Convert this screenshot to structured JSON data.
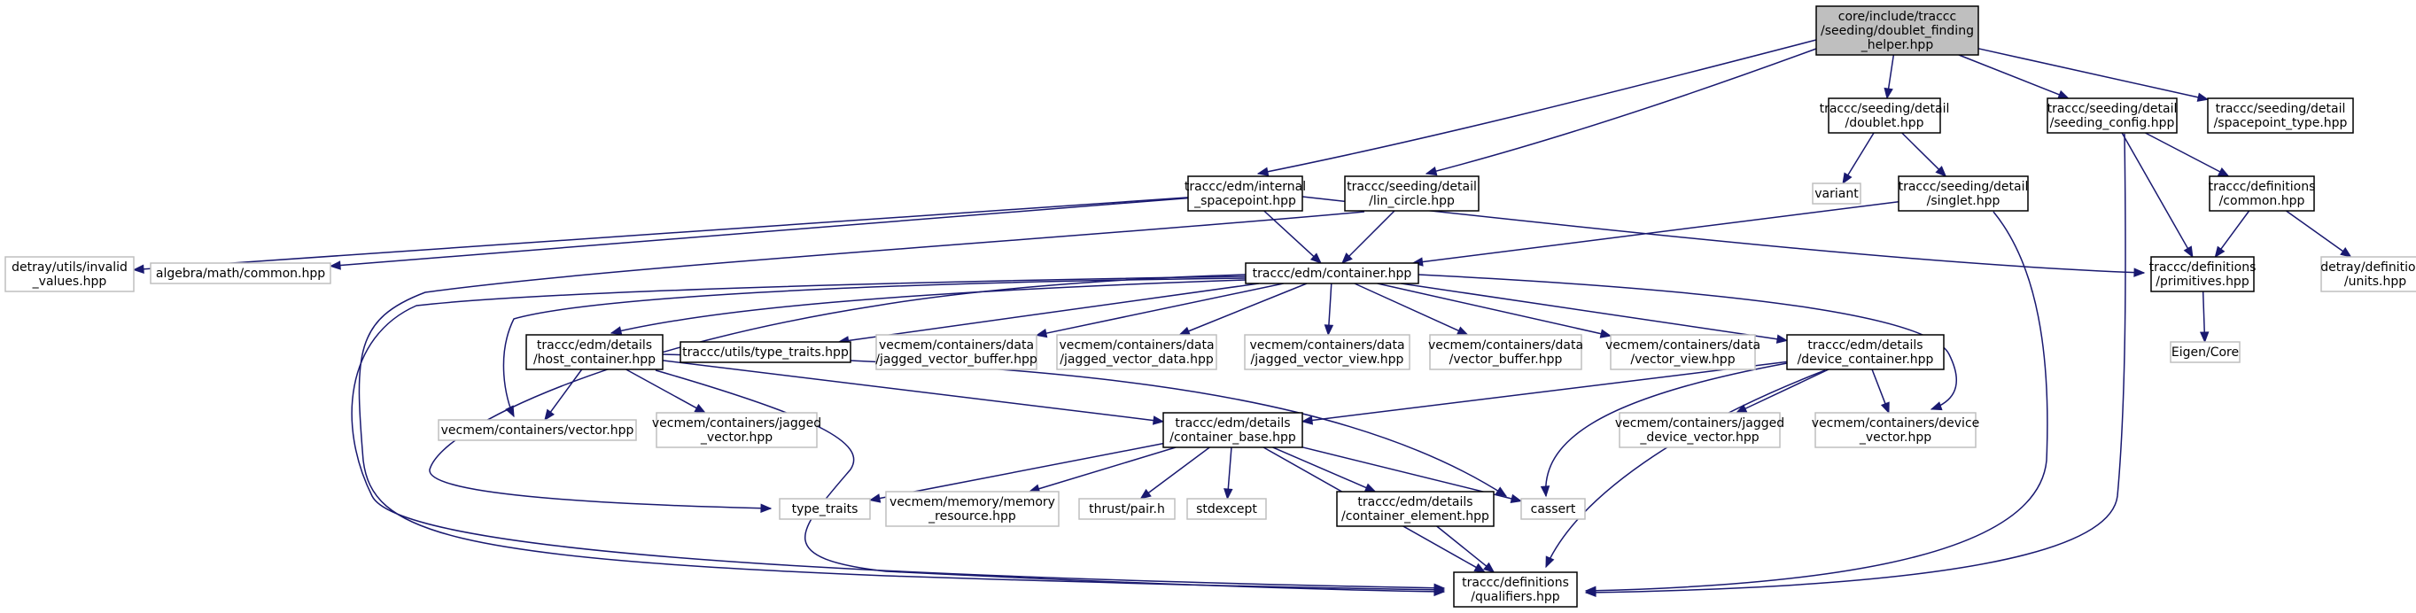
{
  "graph": {
    "colors": {
      "edge": "#191970",
      "root_fill": "#bfbfbf",
      "external_border": "#bfbfbf",
      "documented_border": "#000000"
    },
    "nodes": [
      {
        "id": "root",
        "kind": "root",
        "lines": [
          "core/include/traccc",
          "/seeding/doublet_finding",
          "_helper.hpp"
        ]
      },
      {
        "id": "doublet",
        "kind": "documented",
        "lines": [
          "traccc/seeding/detail",
          "/doublet.hpp"
        ]
      },
      {
        "id": "seeding_config",
        "kind": "documented",
        "lines": [
          "traccc/seeding/detail",
          "/seeding_config.hpp"
        ]
      },
      {
        "id": "spacepoint_type",
        "kind": "documented",
        "lines": [
          "traccc/seeding/detail",
          "/spacepoint_type.hpp"
        ]
      },
      {
        "id": "variant",
        "kind": "external",
        "lines": [
          "variant"
        ]
      },
      {
        "id": "singlet",
        "kind": "documented",
        "lines": [
          "traccc/seeding/detail",
          "/singlet.hpp"
        ]
      },
      {
        "id": "def_common",
        "kind": "documented",
        "lines": [
          "traccc/definitions",
          "/common.hpp"
        ]
      },
      {
        "id": "internal_sp",
        "kind": "documented",
        "lines": [
          "traccc/edm/internal",
          "_spacepoint.hpp"
        ]
      },
      {
        "id": "lin_circle",
        "kind": "documented",
        "lines": [
          "traccc/seeding/detail",
          "/lin_circle.hpp"
        ]
      },
      {
        "id": "invalid_values",
        "kind": "external",
        "lines": [
          "detray/utils/invalid",
          "_values.hpp"
        ]
      },
      {
        "id": "algebra_common",
        "kind": "external",
        "lines": [
          "algebra/math/common.hpp"
        ]
      },
      {
        "id": "primitives",
        "kind": "documented",
        "lines": [
          "traccc/definitions",
          "/primitives.hpp"
        ]
      },
      {
        "id": "units",
        "kind": "external",
        "lines": [
          "detray/definitions",
          "/units.hpp"
        ]
      },
      {
        "id": "container",
        "kind": "documented",
        "lines": [
          "traccc/edm/container.hpp"
        ]
      },
      {
        "id": "eigen_core",
        "kind": "external",
        "lines": [
          "Eigen/Core"
        ]
      },
      {
        "id": "host_container",
        "kind": "documented",
        "lines": [
          "traccc/edm/details",
          "/host_container.hpp"
        ]
      },
      {
        "id": "type_traits_hpp",
        "kind": "documented",
        "lines": [
          "traccc/utils/type_traits.hpp"
        ]
      },
      {
        "id": "jv_buffer",
        "kind": "external",
        "lines": [
          "vecmem/containers/data",
          "/jagged_vector_buffer.hpp"
        ]
      },
      {
        "id": "jv_data",
        "kind": "external",
        "lines": [
          "vecmem/containers/data",
          "/jagged_vector_data.hpp"
        ]
      },
      {
        "id": "jv_view",
        "kind": "external",
        "lines": [
          "vecmem/containers/data",
          "/jagged_vector_view.hpp"
        ]
      },
      {
        "id": "v_buffer",
        "kind": "external",
        "lines": [
          "vecmem/containers/data",
          "/vector_buffer.hpp"
        ]
      },
      {
        "id": "v_view",
        "kind": "external",
        "lines": [
          "vecmem/containers/data",
          "/vector_view.hpp"
        ]
      },
      {
        "id": "device_container",
        "kind": "documented",
        "lines": [
          "traccc/edm/details",
          "/device_container.hpp"
        ]
      },
      {
        "id": "vecmem_vector",
        "kind": "external",
        "lines": [
          "vecmem/containers/vector.hpp"
        ]
      },
      {
        "id": "jagged_vector",
        "kind": "external",
        "lines": [
          "vecmem/containers/jagged",
          "_vector.hpp"
        ]
      },
      {
        "id": "container_base",
        "kind": "documented",
        "lines": [
          "traccc/edm/details",
          "/container_base.hpp"
        ]
      },
      {
        "id": "jagged_device_vector",
        "kind": "external",
        "lines": [
          "vecmem/containers/jagged",
          "_device_vector.hpp"
        ]
      },
      {
        "id": "device_vector",
        "kind": "external",
        "lines": [
          "vecmem/containers/device",
          "_vector.hpp"
        ]
      },
      {
        "id": "type_traits",
        "kind": "external",
        "lines": [
          "type_traits"
        ]
      },
      {
        "id": "memory_resource",
        "kind": "external",
        "lines": [
          "vecmem/memory/memory",
          "_resource.hpp"
        ]
      },
      {
        "id": "thrust_pair",
        "kind": "external",
        "lines": [
          "thrust/pair.h"
        ]
      },
      {
        "id": "stdexcept",
        "kind": "external",
        "lines": [
          "stdexcept"
        ]
      },
      {
        "id": "container_element",
        "kind": "documented",
        "lines": [
          "traccc/edm/details",
          "/container_element.hpp"
        ]
      },
      {
        "id": "cassert",
        "kind": "external",
        "lines": [
          "cassert"
        ]
      },
      {
        "id": "qualifiers",
        "kind": "documented",
        "lines": [
          "traccc/definitions",
          "/qualifiers.hpp"
        ]
      }
    ],
    "edges": [
      [
        "root",
        "doublet"
      ],
      [
        "root",
        "seeding_config"
      ],
      [
        "root",
        "spacepoint_type"
      ],
      [
        "root",
        "internal_sp"
      ],
      [
        "root",
        "lin_circle"
      ],
      [
        "doublet",
        "variant"
      ],
      [
        "doublet",
        "singlet"
      ],
      [
        "seeding_config",
        "def_common"
      ],
      [
        "seeding_config",
        "primitives"
      ],
      [
        "seeding_config",
        "qualifiers"
      ],
      [
        "def_common",
        "primitives"
      ],
      [
        "def_common",
        "units"
      ],
      [
        "primitives",
        "eigen_core"
      ],
      [
        "singlet",
        "container"
      ],
      [
        "singlet",
        "qualifiers"
      ],
      [
        "internal_sp",
        "invalid_values"
      ],
      [
        "internal_sp",
        "algebra_common"
      ],
      [
        "internal_sp",
        "primitives"
      ],
      [
        "internal_sp",
        "container"
      ],
      [
        "lin_circle",
        "container"
      ],
      [
        "lin_circle",
        "qualifiers"
      ],
      [
        "container",
        "host_container"
      ],
      [
        "container",
        "type_traits_hpp"
      ],
      [
        "container",
        "jv_buffer"
      ],
      [
        "container",
        "jv_data"
      ],
      [
        "container",
        "jv_view"
      ],
      [
        "container",
        "v_buffer"
      ],
      [
        "container",
        "v_view"
      ],
      [
        "container",
        "device_container"
      ],
      [
        "container",
        "vecmem_vector"
      ],
      [
        "container",
        "device_vector"
      ],
      [
        "container",
        "type_traits"
      ],
      [
        "container",
        "qualifiers"
      ],
      [
        "host_container",
        "vecmem_vector"
      ],
      [
        "host_container",
        "jagged_vector"
      ],
      [
        "host_container",
        "container_base"
      ],
      [
        "host_container",
        "cassert"
      ],
      [
        "host_container",
        "qualifiers"
      ],
      [
        "device_container",
        "container_base"
      ],
      [
        "device_container",
        "jagged_device_vector"
      ],
      [
        "device_container",
        "device_vector"
      ],
      [
        "device_container",
        "cassert"
      ],
      [
        "device_container",
        "qualifiers"
      ],
      [
        "container_base",
        "type_traits"
      ],
      [
        "container_base",
        "memory_resource"
      ],
      [
        "container_base",
        "thrust_pair"
      ],
      [
        "container_base",
        "stdexcept"
      ],
      [
        "container_base",
        "container_element"
      ],
      [
        "container_base",
        "cassert"
      ],
      [
        "container_base",
        "qualifiers"
      ],
      [
        "container_element",
        "qualifiers"
      ]
    ]
  }
}
